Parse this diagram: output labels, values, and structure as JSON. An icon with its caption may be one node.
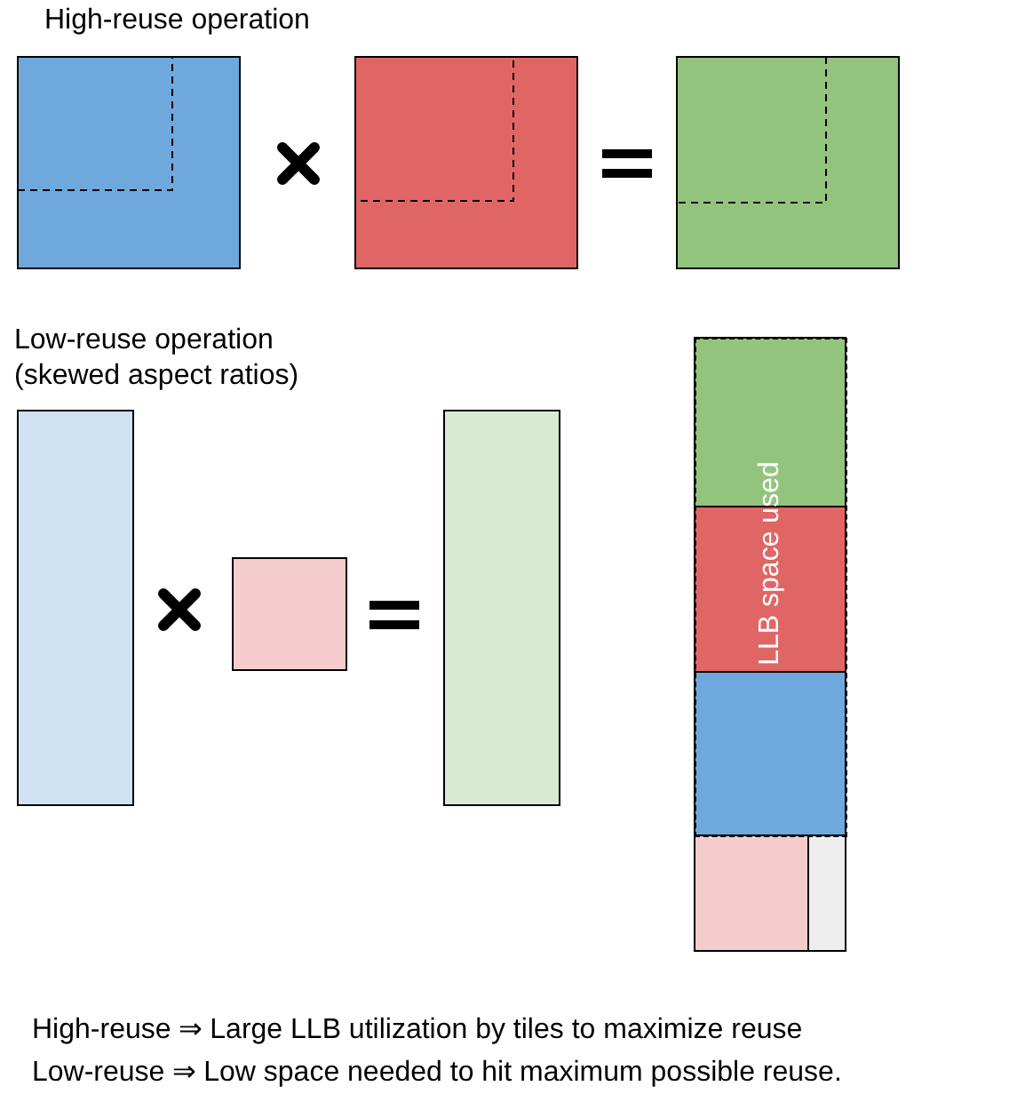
{
  "diagram": {
    "nodes": [
      {
        "text": [
          "LLB space used"
        ]
      }
    ],
    "labels": [
      "High-reuse operation",
      "Low-reuse operation (skewed aspect ratios)",
      "High-reuse ⇒ Large LLB utilization by tiles to maximize reuse",
      "Low-reuse ⇒ Low space needed to hit maximum possible reuse."
    ]
  }
}
